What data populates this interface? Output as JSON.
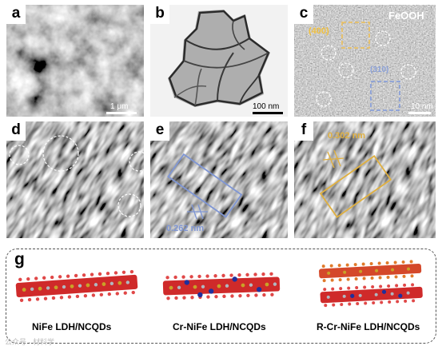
{
  "panels": {
    "a": {
      "label": "a",
      "scale": "1 μm"
    },
    "b": {
      "label": "b",
      "scale": "100 nm"
    },
    "c": {
      "label": "c",
      "title": "FeOOH",
      "scale": "10 nm",
      "plane1": "(400)",
      "plane2": "(310)"
    },
    "d": {
      "label": "d"
    },
    "e": {
      "label": "e",
      "spacing": "0.262 nm"
    },
    "f": {
      "label": "f",
      "spacing": "0.302 nm"
    }
  },
  "g": {
    "label": "g",
    "structures": [
      "NiFe LDH/NCQDs",
      "Cr-NiFe LDH/NCQDs",
      "R-Cr-NiFe LDH/NCQDs"
    ]
  },
  "watermark": "公众号 · 材料学"
}
